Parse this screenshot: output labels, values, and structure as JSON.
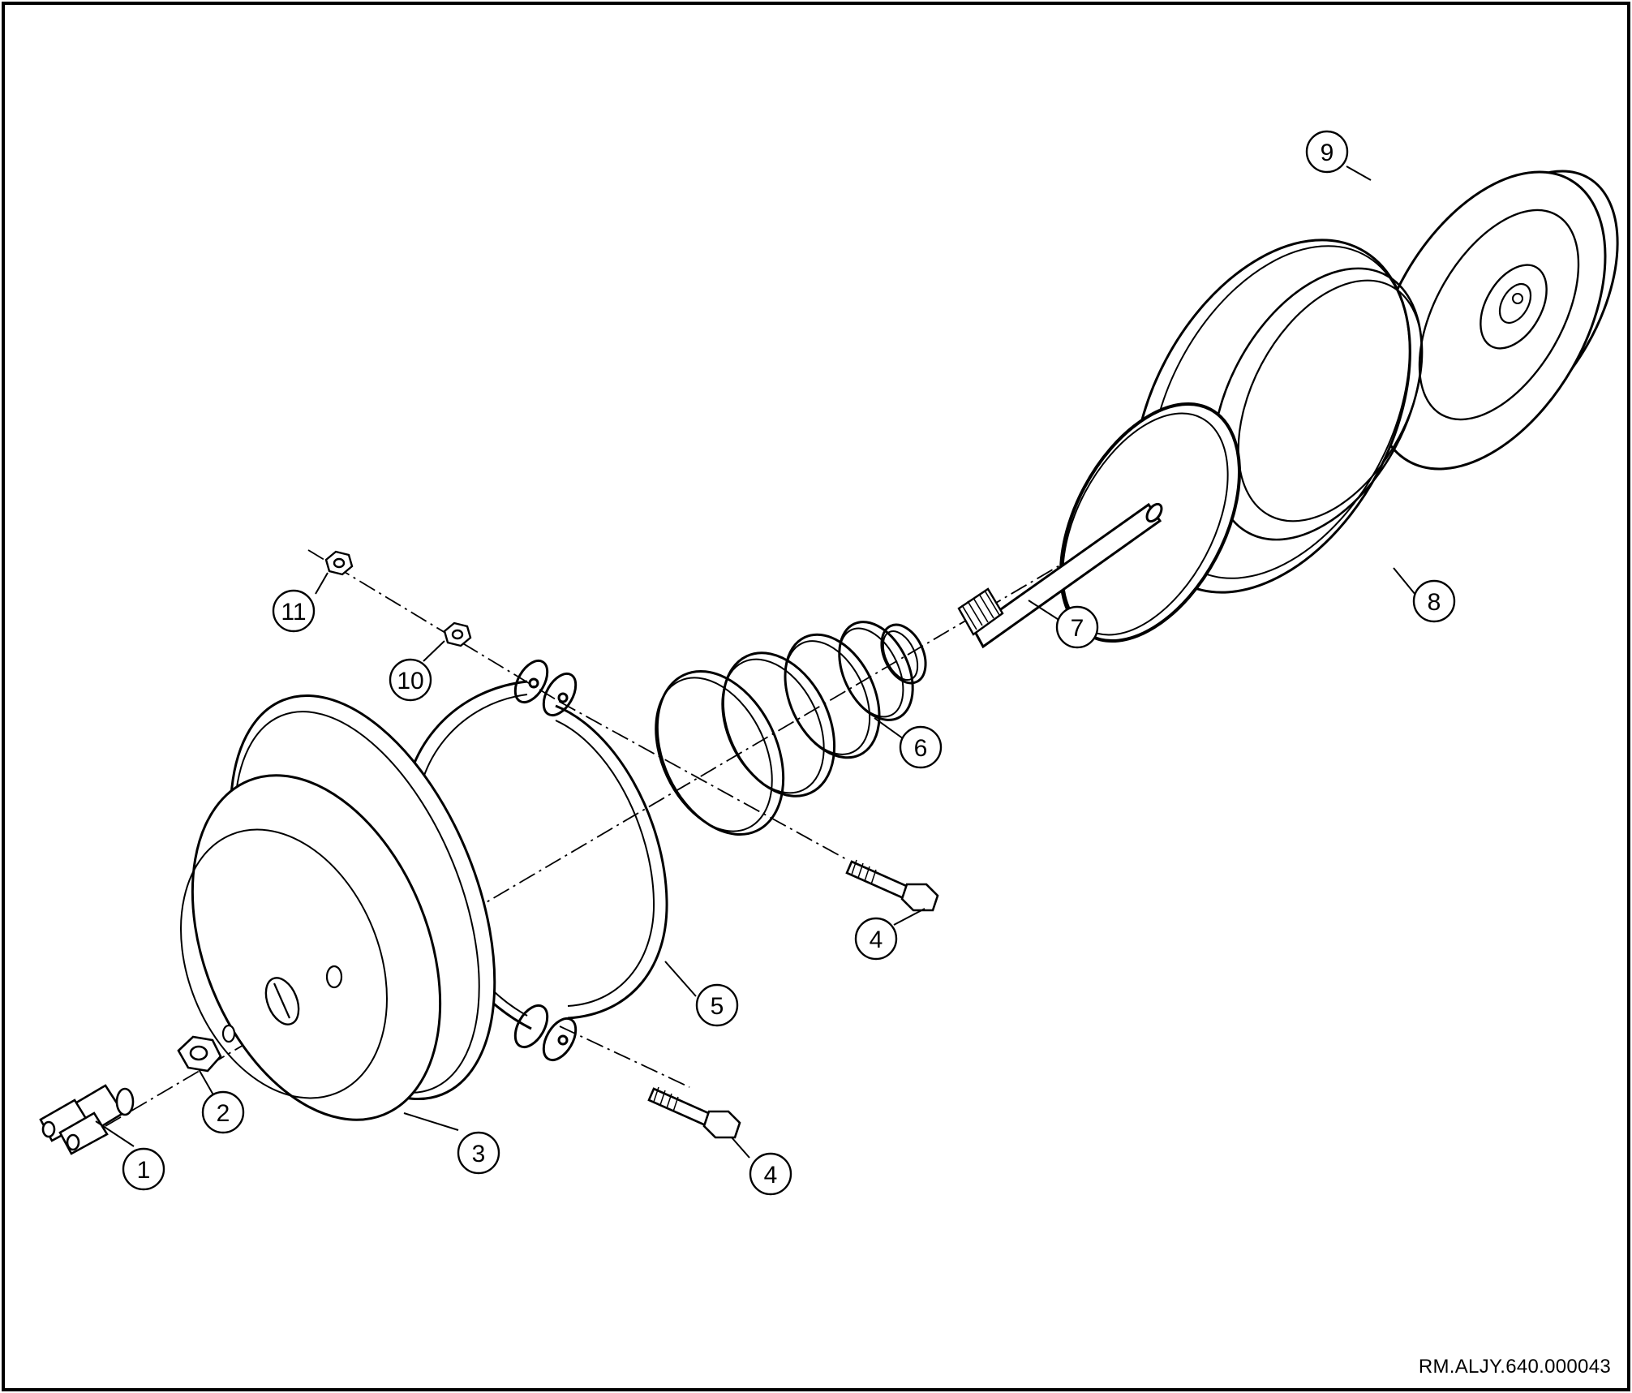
{
  "diagram": {
    "reference_code": "RM.ALJY.640.000043",
    "callouts": [
      {
        "id": "c1",
        "label": "1"
      },
      {
        "id": "c2",
        "label": "2"
      },
      {
        "id": "c3",
        "label": "3"
      },
      {
        "id": "c4a",
        "label": "4"
      },
      {
        "id": "c4b",
        "label": "4"
      },
      {
        "id": "c5",
        "label": "5"
      },
      {
        "id": "c6",
        "label": "6"
      },
      {
        "id": "c7",
        "label": "7"
      },
      {
        "id": "c8",
        "label": "8"
      },
      {
        "id": "c9",
        "label": "9"
      },
      {
        "id": "c10",
        "label": "10"
      },
      {
        "id": "c11",
        "label": "11"
      }
    ]
  }
}
